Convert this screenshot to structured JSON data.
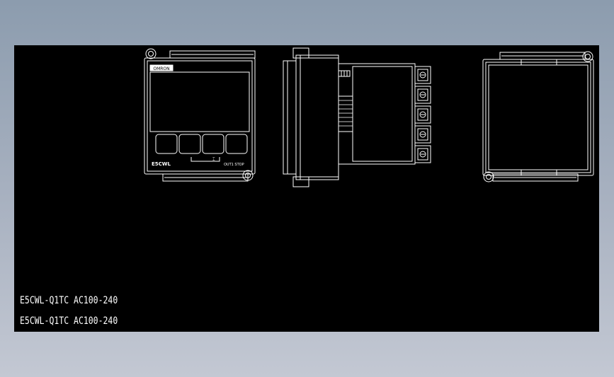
{
  "views": {
    "front_panel": {
      "logo_text": "OMRON",
      "model_text": "E5CWL",
      "status_text": "OUT1 STOP"
    }
  },
  "labels": [
    "E5CWL-Q1TC AC100-240",
    "E5CWL-Q1TC AC100-240"
  ],
  "colors": {
    "background_gradient_top": "#8c9cae",
    "background_gradient_bottom": "#c3c8d3",
    "canvas": "#000000",
    "line": "#ffffff"
  }
}
